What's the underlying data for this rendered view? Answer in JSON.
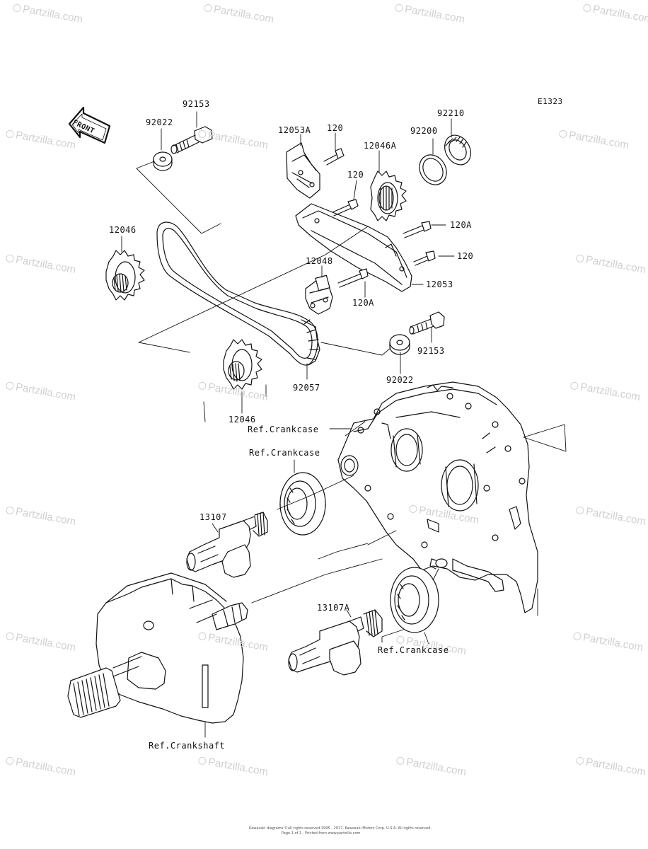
{
  "diagram": {
    "code": "E1323",
    "front_label": "FRONT",
    "labels": {
      "p92153_top": "92153",
      "p92022_top": "92022",
      "p12053A": "12053A",
      "p120_a": "120",
      "p12046A": "12046A",
      "p92200": "92200",
      "p92210": "92210",
      "p120_b": "120",
      "p12046_top": "12046",
      "p120A_right": "120A",
      "p120_c": "120",
      "p12048": "12048",
      "p12053": "12053",
      "p120A_lower": "120A",
      "p92153_right": "92153",
      "p92022_right": "92022",
      "p92057": "92057",
      "p12046_bottom": "12046",
      "ref_crankcase_1": "Ref.Crankcase",
      "ref_crankcase_2": "Ref.Crankcase",
      "p13107": "13107",
      "p13107A": "13107A",
      "ref_crankcase_3": "Ref.Crankcase",
      "ref_crankshaft": "Ref.Crankshaft"
    },
    "watermark": "Partzilla.com",
    "footer_line1": "Kawasaki diagrams ©all rights reserved 1995 - 2017, Kawasaki Motors Corp. U.S.A. All rights reserved.",
    "footer_line2": "Page 1 of 1 - Printed from www.partzilla.com"
  }
}
